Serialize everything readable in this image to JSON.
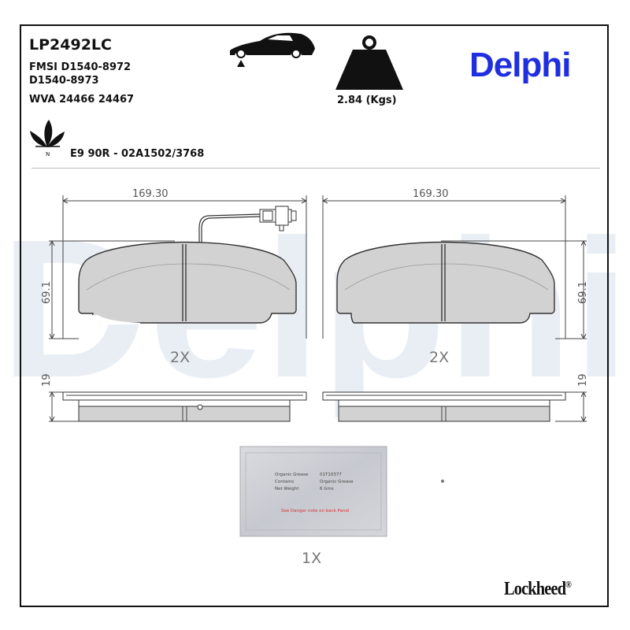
{
  "header": {
    "part_number": "LP2492LC",
    "fmsi_line1": "FMSI D1540-8972",
    "fmsi_line2": "D1540-8973",
    "wva": "WVA 24466 24467",
    "approval": "E9 90R - 02A1502/3768",
    "weight": "2.84 (Kgs)",
    "brand": "Delphi",
    "eco_mark": "N"
  },
  "drawing": {
    "pad_width_left": "169.30",
    "pad_width_right": "169.30",
    "pad_height_left": "69.1",
    "pad_height_right": "69.1",
    "pad_thickness_left": "19",
    "pad_thickness_right": "19",
    "pad_qty_left": "2X",
    "pad_qty_right": "2X",
    "grease_qty": "1X"
  },
  "grease_sachet": {
    "rows": [
      {
        "label": "Organic Grease",
        "value": "01T10377"
      },
      {
        "label": "Contains",
        "value": "Organic Grease"
      },
      {
        "label": "Net Weight",
        "value": "6 Gms"
      }
    ],
    "warning": "See Danger note on back Panel"
  },
  "footer": {
    "brand": "Lockheed",
    "registered": "®"
  },
  "colors": {
    "brand_blue": "#1f2fe0",
    "watermark": "#e8edf4",
    "pad_fill": "#d2d2d2"
  }
}
